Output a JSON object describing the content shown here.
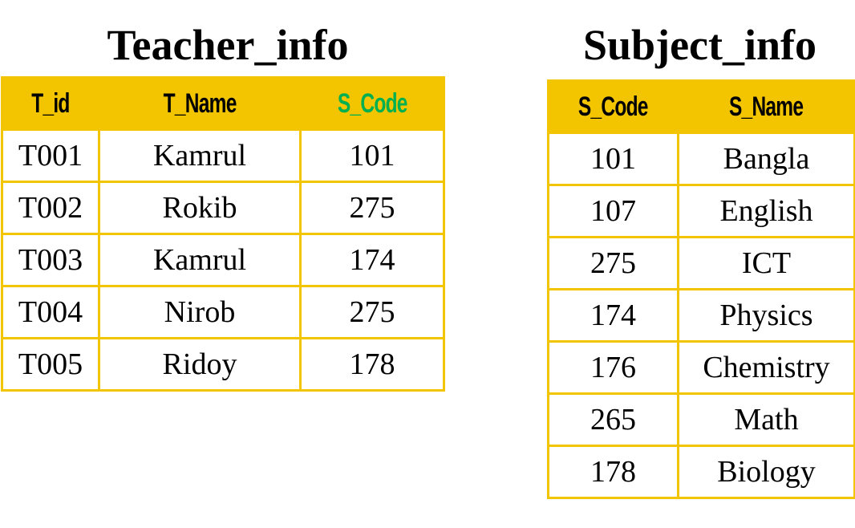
{
  "teacher": {
    "title": "Teacher_info",
    "headers": [
      "T_id",
      "T_Name",
      "S_Code"
    ],
    "rows": [
      [
        "T001",
        "Kamrul",
        "101"
      ],
      [
        "T002",
        "Rokib",
        "275"
      ],
      [
        "T003",
        "Kamrul",
        "174"
      ],
      [
        "T004",
        "Nirob",
        "275"
      ],
      [
        "T005",
        "Ridoy",
        "178"
      ]
    ]
  },
  "subject": {
    "title": "Subject_info",
    "headers": [
      "S_Code",
      "S_Name"
    ],
    "rows": [
      [
        "101",
        "Bangla"
      ],
      [
        "107",
        "English"
      ],
      [
        "275",
        "ICT"
      ],
      [
        "174",
        "Physics"
      ],
      [
        "176",
        "Chemistry"
      ],
      [
        "265",
        "Math"
      ],
      [
        "178",
        "Biology"
      ]
    ]
  },
  "colors": {
    "header_bg": "#F2C500",
    "foreign_key": "#00B050"
  }
}
